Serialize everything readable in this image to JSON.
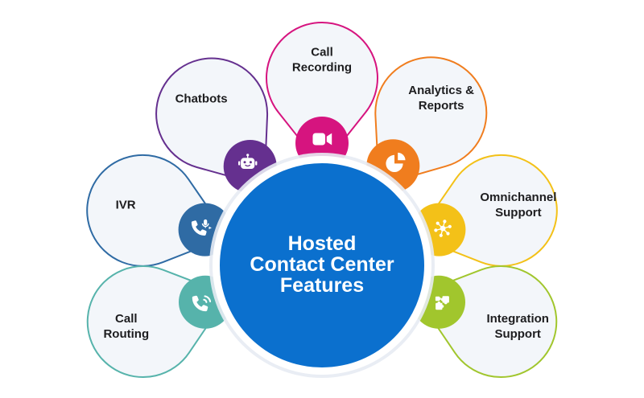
{
  "diagram": {
    "title_lines": [
      "Hosted",
      "Contact Center",
      "Features"
    ],
    "colors": {
      "center_fill": "#0b70ce",
      "center_ring": "#ffffff",
      "center_halo": "#e7ebf3",
      "petal_fill": "#f3f6fa",
      "label_text": "#1d1d1f",
      "title_text": "#ffffff",
      "icon_glyph": "#ffffff"
    },
    "petals": [
      {
        "id": "call-recording",
        "label_lines": [
          "Call",
          "Recording"
        ],
        "color": "#d6147f",
        "icon": "video-camera-icon",
        "angle": 90
      },
      {
        "id": "chatbots",
        "label_lines": [
          "Chatbots"
        ],
        "color": "#65308f",
        "icon": "robot-icon",
        "angle": 126
      },
      {
        "id": "analytics-reports",
        "label_lines": [
          "Analytics &",
          "Reports"
        ],
        "color": "#f07d1e",
        "icon": "pie-chart-icon",
        "angle": 54.5
      },
      {
        "id": "ivr",
        "label_lines": [
          "IVR"
        ],
        "color": "#2f6ba4",
        "icon": "phone-mic-icon",
        "angle": 163
      },
      {
        "id": "omnichannel-support",
        "label_lines": [
          "Omnichannel",
          "Support"
        ],
        "color": "#f3c118",
        "icon": "hub-icon",
        "angle": 17
      },
      {
        "id": "call-routing",
        "label_lines": [
          "Call",
          "Routing"
        ],
        "color": "#56b3ab",
        "icon": "phone-waves-icon",
        "angle": 197.5
      },
      {
        "id": "integration-support",
        "label_lines": [
          "Integration",
          "Support"
        ],
        "color": "#a1c62d",
        "icon": "puzzle-icon",
        "angle": -17.5
      }
    ]
  }
}
